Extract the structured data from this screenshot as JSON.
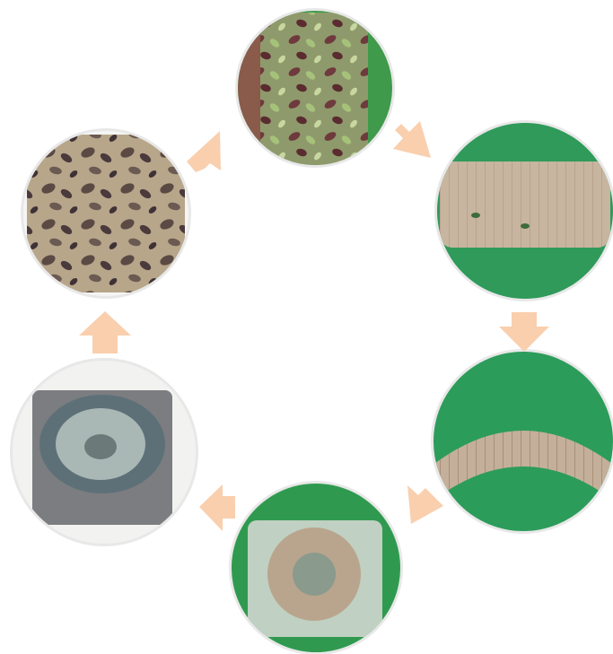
{
  "diagram": {
    "type": "cycle",
    "arrow_color": "#f9cfae",
    "steps": [
      {
        "id": "leaves-laid-on-fabric",
        "icon": "photo-leaves-on-green-fabric"
      },
      {
        "id": "fabric-rolled",
        "icon": "photo-rolled-bundle"
      },
      {
        "id": "bundle-tied",
        "icon": "photo-tied-bundle"
      },
      {
        "id": "bundle-bagged",
        "icon": "photo-coiled-bundle-in-bag"
      },
      {
        "id": "bundle-in-pot",
        "icon": "photo-bundle-in-steel-pot"
      },
      {
        "id": "printed-fabric",
        "icon": "photo-printed-fabric"
      }
    ]
  }
}
